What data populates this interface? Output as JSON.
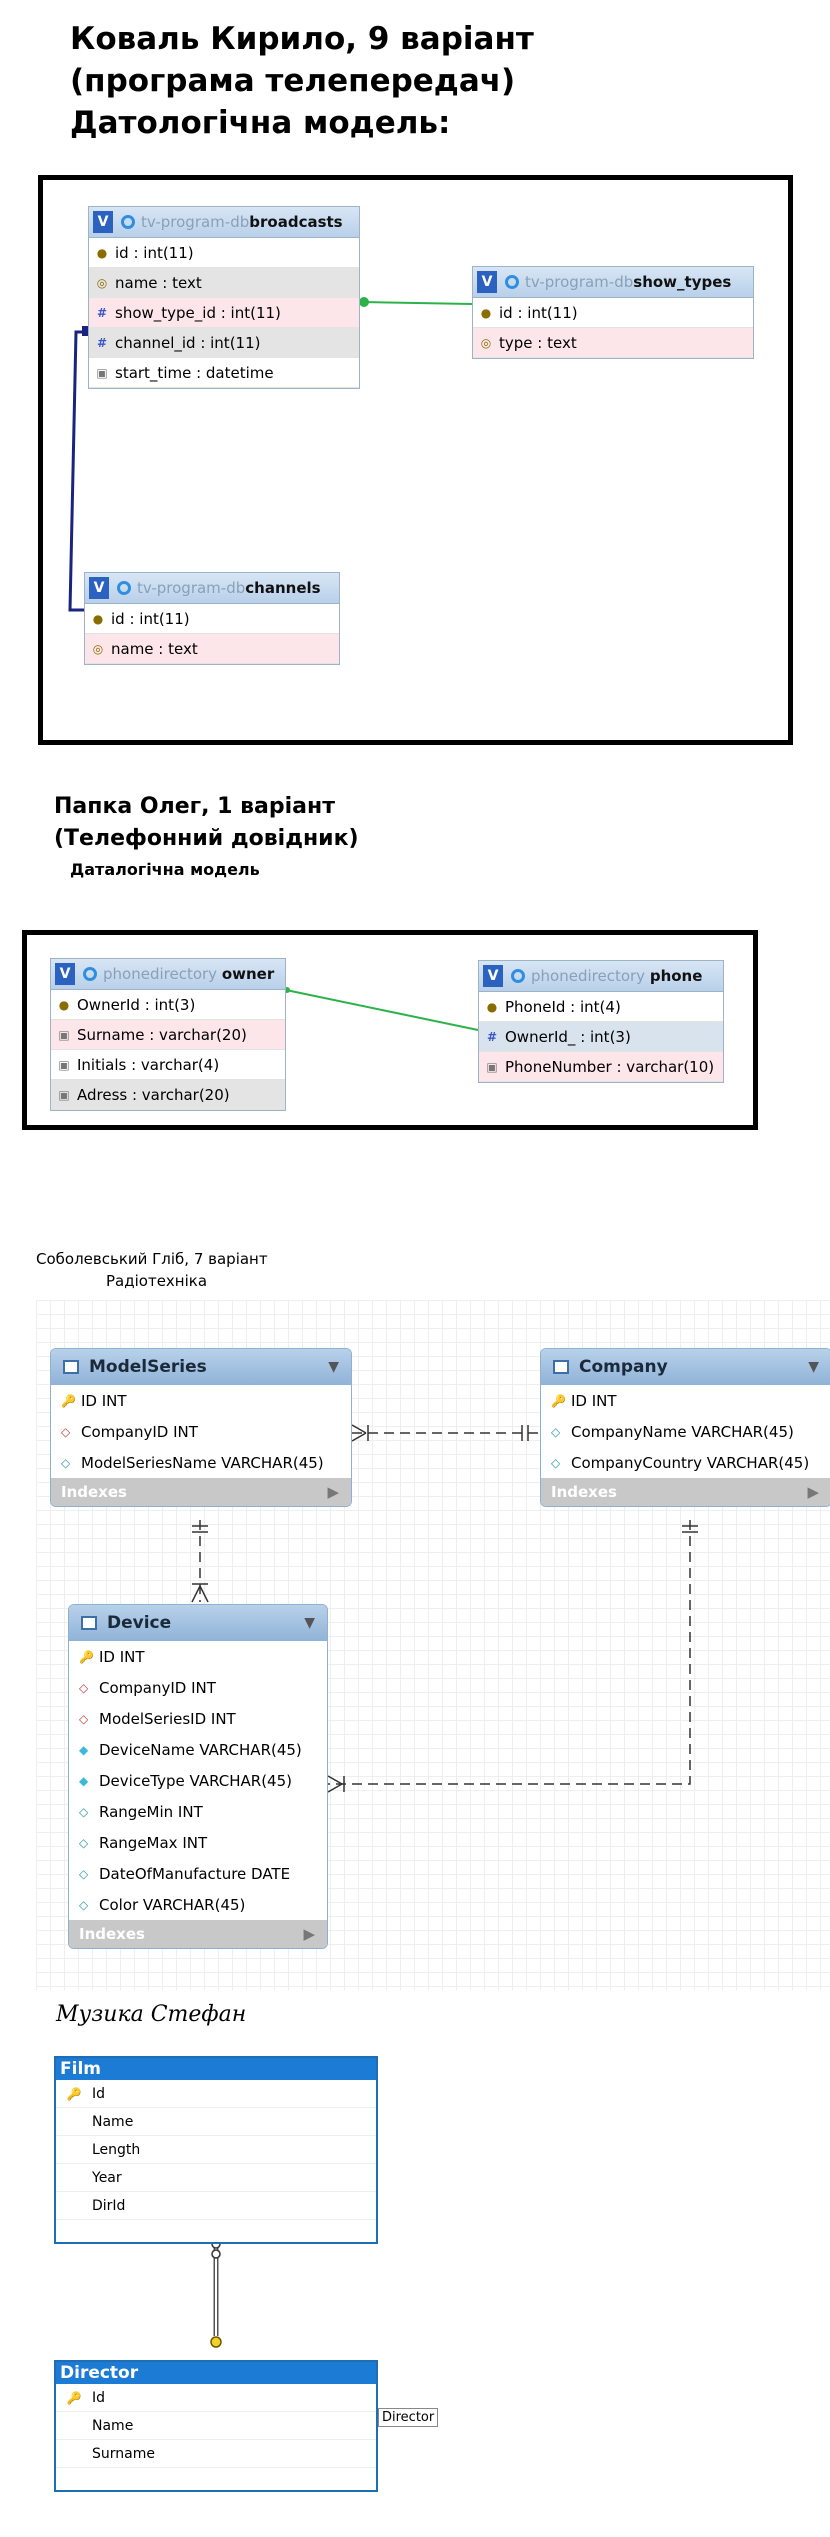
{
  "section1": {
    "heading_line1": "Коваль Кирило, 9 варіант",
    "heading_line2": "(програма телепередач)",
    "heading_line3": "Датологічна модель:",
    "tables": {
      "broadcasts": {
        "db": "tv-program-db",
        "name": "broadcasts",
        "rows": [
          "id : int(11)",
          "name : text",
          "show_type_id : int(11)",
          "channel_id : int(11)",
          "start_time : datetime"
        ]
      },
      "show_types": {
        "db": "tv-program-db",
        "name": "show_types",
        "rows": [
          "id : int(11)",
          "type : text"
        ]
      },
      "channels": {
        "db": "tv-program-db",
        "name": "channels",
        "rows": [
          "id : int(11)",
          "name : text"
        ]
      }
    }
  },
  "section2": {
    "heading_line1": "Папка Олег, 1 варіант",
    "heading_line2": "(Телефонний довідник)",
    "caption": "Даталогічна модель",
    "tables": {
      "owner": {
        "db": "phonedirectory",
        "name": "owner",
        "rows": [
          "OwnerId : int(3)",
          "Surname : varchar(20)",
          "Initials : varchar(4)",
          "Adress : varchar(20)"
        ]
      },
      "phone": {
        "db": "phonedirectory",
        "name": "phone",
        "rows": [
          "PhoneId : int(4)",
          "OwnerId_ : int(3)",
          "PhoneNumber : varchar(10)"
        ]
      }
    }
  },
  "section3": {
    "heading_line1": "Соболевський Гліб, 7 варіант",
    "heading_line2": "Радіотехніка",
    "indexes_label": "Indexes",
    "tables": {
      "modelseries": {
        "name": "ModelSeries",
        "rows": [
          "ID INT",
          "CompanyID INT",
          "ModelSeriesName VARCHAR(45)"
        ]
      },
      "company": {
        "name": "Company",
        "rows": [
          "ID INT",
          "CompanyName VARCHAR(45)",
          "CompanyCountry VARCHAR(45)"
        ]
      },
      "device": {
        "name": "Device",
        "rows": [
          "ID INT",
          "CompanyID INT",
          "ModelSeriesID INT",
          "DeviceName VARCHAR(45)",
          "DeviceType VARCHAR(45)",
          "RangeMin INT",
          "RangeMax INT",
          "DateOfManufacture DATE",
          "Color VARCHAR(45)"
        ]
      }
    }
  },
  "section4": {
    "heading": "Музика Стефан",
    "tooltip": "Director",
    "tables": {
      "film": {
        "name": "Film",
        "rows": [
          "Id",
          "Name",
          "Length",
          "Year",
          "DirId"
        ]
      },
      "director": {
        "name": "Director",
        "rows": [
          "Id",
          "Name",
          "Surname"
        ]
      }
    }
  },
  "colors": {
    "relation_green": "#2bb34a",
    "relation_navy": "#1a237e",
    "ssms_blue": "#1c7bd4"
  }
}
